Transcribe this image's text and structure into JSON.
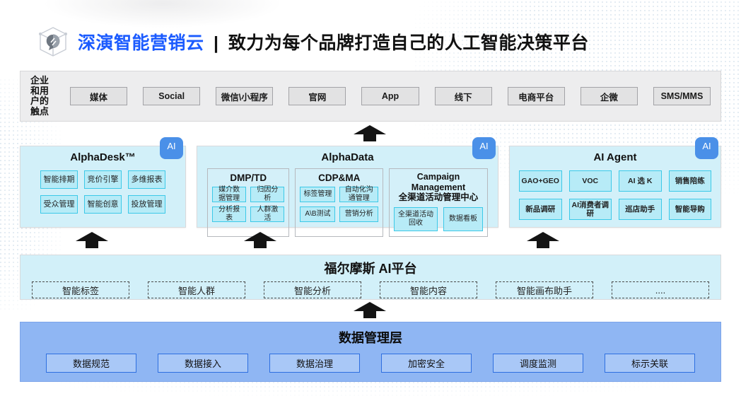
{
  "header": {
    "brand": "深演智能营销云",
    "separator": "|",
    "tagline": "致力为每个品牌打造自己的人工智能决策平台"
  },
  "touchpoints": {
    "label_lines": [
      "企业",
      "和用",
      "户的",
      "触点"
    ],
    "items": [
      "媒体",
      "Social",
      "微信\\小程序",
      "官网",
      "App",
      "线下",
      "电商平台",
      "企微",
      "SMS/MMS"
    ]
  },
  "platforms": [
    {
      "title": "AlphaDesk™",
      "badge": "AI",
      "items": [
        "智能排期",
        "竞价引擎",
        "多维报表",
        "受众管理",
        "智能创意",
        "投放管理"
      ]
    },
    {
      "title": "AlphaData",
      "badge": "AI",
      "groups": [
        {
          "title": "DMP/TD",
          "items": [
            "媒介数据管理",
            "归因分析",
            "分析报表",
            "人群激活"
          ]
        },
        {
          "title": "CDP&MA",
          "items": [
            "标签管理",
            "自动化沟通管理",
            "A\\B测试",
            "营销分析"
          ]
        },
        {
          "title_en": "Campaign Management",
          "title_zh": "全渠道活动管理中心",
          "items": [
            "全渠道活动回收",
            "数据看板"
          ]
        }
      ]
    },
    {
      "title": "AI Agent",
      "badge": "AI",
      "items": [
        "GAO+GEO",
        "VOC",
        "AI 选 K",
        "销售陪练",
        "新品调研",
        "AI消费者调研",
        "巡店助手",
        "智能导购"
      ]
    }
  ],
  "ai_platform": {
    "title": "福尔摩斯 AI平台",
    "items": [
      "智能标签",
      "智能人群",
      "智能分析",
      "智能内容",
      "智能画布助手",
      "...."
    ]
  },
  "data_layer": {
    "title": "数据管理层",
    "items": [
      "数据规范",
      "数据接入",
      "数据治理",
      "加密安全",
      "调度监测",
      "标示关联"
    ]
  },
  "colors": {
    "brand_blue": "#1b5bff",
    "badge_blue": "#4a90e8",
    "cyan_panel": "#d2f0f9",
    "cyan_box_border": "#3cc9e8",
    "data_panel": "#8fb6f3",
    "data_box_border": "#2e6fe0",
    "arrow": "#141414"
  }
}
